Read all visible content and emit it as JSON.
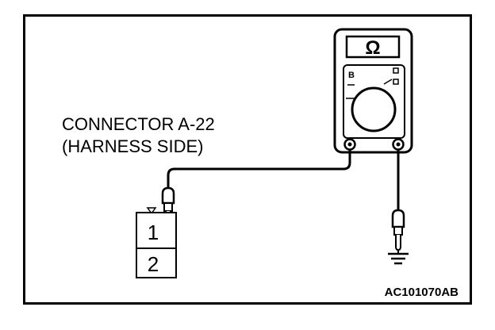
{
  "connector_label": {
    "line1": "CONNECTOR A-22",
    "line2": "(HARNESS SIDE)"
  },
  "connector": {
    "pin_top": "1",
    "pin_bottom": "2"
  },
  "meter": {
    "display": "Ω",
    "scale_marks": [
      "B"
    ]
  },
  "figure_id": "AC101070AB",
  "colors": {
    "line": "#000000",
    "background": "#ffffff"
  }
}
